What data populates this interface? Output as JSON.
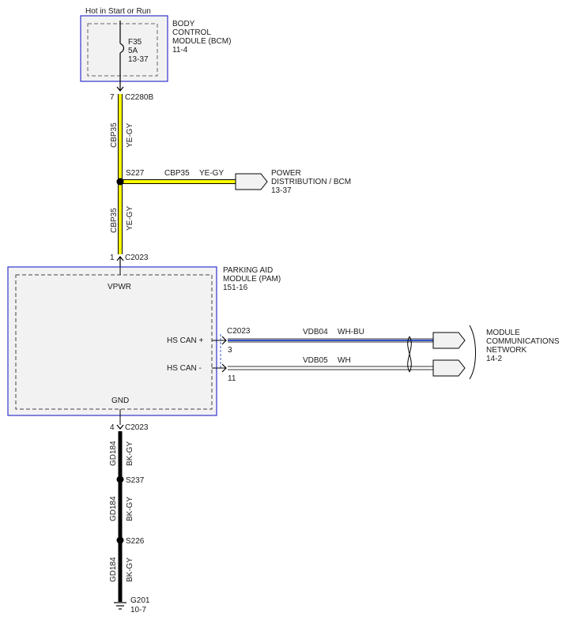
{
  "header": {
    "power_note": "Hot in Start or Run"
  },
  "bcm": {
    "lines": [
      "BODY",
      "CONTROL",
      "MODULE (BCM)",
      "11-4"
    ],
    "fuse_lines": [
      "F35",
      "5A",
      "13-37"
    ]
  },
  "connector_c2280b": {
    "pin": "7",
    "name": "C2280B"
  },
  "wire_upper": {
    "circuit": "CBP35",
    "color": "YE-GY"
  },
  "splice_s227": {
    "name": "S227"
  },
  "branch_wire": {
    "circuit": "CBP35",
    "color": "YE-GY"
  },
  "power_dist": {
    "lines": [
      "POWER",
      "DISTRIBUTION / BCM",
      "13-37"
    ]
  },
  "wire_lower_ye": {
    "circuit": "CBP35",
    "color": "YE-GY"
  },
  "connector_c2023_top": {
    "pin": "1",
    "name": "C2023"
  },
  "pam": {
    "lines": [
      "PARKING AID",
      "MODULE (PAM)",
      "151-16"
    ],
    "vpwr": "VPWR",
    "gnd": "GND",
    "hs_can_plus": "HS CAN +",
    "hs_can_minus": "HS CAN -"
  },
  "can_connector": {
    "name": "C2023",
    "pin_plus": "3",
    "pin_minus": "11"
  },
  "can_wire_plus": {
    "circuit": "VDB04",
    "color": "WH-BU"
  },
  "can_wire_minus": {
    "circuit": "VDB05",
    "color": "WH"
  },
  "mcn": {
    "lines": [
      "MODULE",
      "COMMUNICATIONS",
      "NETWORK",
      "14-2"
    ]
  },
  "connector_c2023_gnd": {
    "pin": "4",
    "name": "C2023"
  },
  "gnd_wire_1": {
    "circuit": "GD184",
    "color": "BK-GY"
  },
  "splice_s237": {
    "name": "S237"
  },
  "gnd_wire_2": {
    "circuit": "GD184",
    "color": "BK-GY"
  },
  "splice_s226": {
    "name": "S226"
  },
  "gnd_wire_3": {
    "circuit": "GD184",
    "color": "BK-GY"
  },
  "ground_g201": {
    "name": "G201",
    "ref": "10-7"
  },
  "colors": {
    "module_border": "#3333cc",
    "module_fill": "#f2f2f2",
    "wire_yellow": "#ffff00",
    "wire_black": "#000000",
    "can_blue": "#3355cc"
  }
}
